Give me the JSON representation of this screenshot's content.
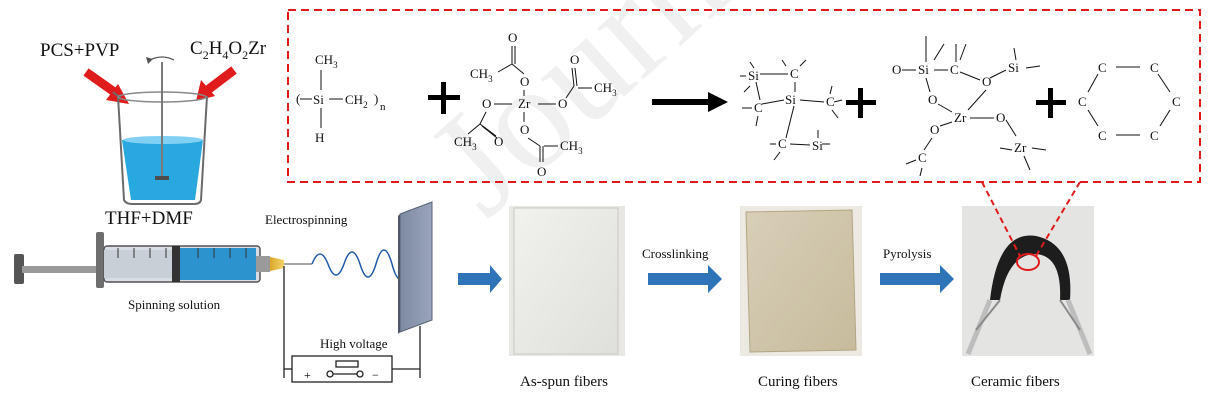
{
  "labels": {
    "pcs_pvp": "PCS+PVP",
    "zr_precursor_base": "C",
    "zr_precursor_sub1": "2",
    "zr_precursor_mid": "H",
    "zr_precursor_sub2": "4",
    "zr_precursor_mid2": "O",
    "zr_precursor_sub3": "2",
    "zr_precursor_end": "Zr",
    "solvent": "THF+DMF",
    "electrospinning": "Electrospinning",
    "spinning_solution": "Spinning solution",
    "high_voltage": "High voltage",
    "crosslinking": "Crosslinking",
    "pyrolysis": "Pyrolysis",
    "as_spun": "As-spun fibers",
    "curing": "Curing fibers",
    "ceramic": "Ceramic fibers"
  },
  "chemistry": {
    "pcs_ch3": "CH",
    "pcs_ch3_sub": "3",
    "pcs_si": "Si",
    "pcs_ch2": "CH",
    "pcs_ch2_sub": "2",
    "pcs_n": "n",
    "pcs_h": "H",
    "zr_center": "Zr",
    "o": "O",
    "c": "C",
    "si": "Si",
    "ch3": "CH",
    "sub3": "3"
  },
  "watermark": "Journal Pre-proof",
  "colors": {
    "accent_red": "#e01b1b",
    "arrow_blue": "#2f73b8",
    "liquid_blue": "#29a8e0"
  }
}
